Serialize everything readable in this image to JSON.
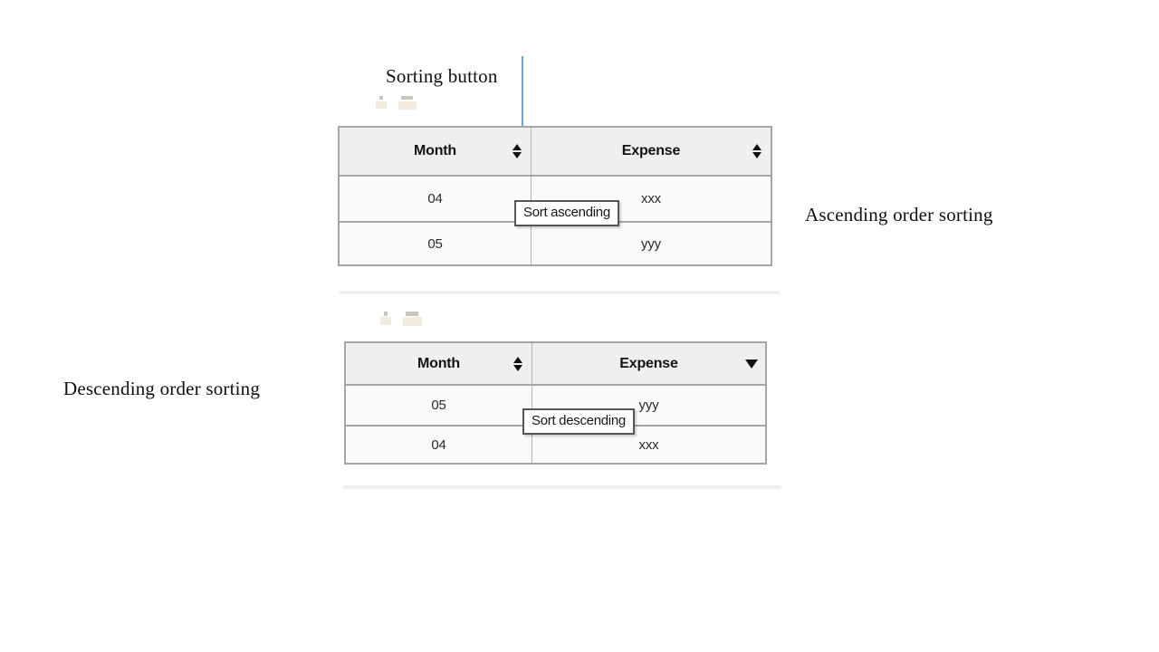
{
  "annotations": {
    "sorting_button": "Sorting  button",
    "ascending": "Ascending  order sorting",
    "descending": "Descending order sorting"
  },
  "tables": [
    {
      "id": "ascending-table",
      "columns": [
        {
          "label": "Month",
          "sort_icon": "sort-both-icon"
        },
        {
          "label": "Expense",
          "sort_icon": "sort-both-icon"
        }
      ],
      "rows": [
        {
          "month": "04",
          "expense": "xxx"
        },
        {
          "month": "05",
          "expense": "yyy"
        }
      ],
      "tooltip": "Sort ascending"
    },
    {
      "id": "descending-table",
      "columns": [
        {
          "label": "Month",
          "sort_icon": "sort-both-icon"
        },
        {
          "label": "Expense",
          "sort_icon": "sort-descending-icon"
        }
      ],
      "rows": [
        {
          "month": "05",
          "expense": "yyy"
        },
        {
          "month": "04",
          "expense": "xxx"
        }
      ],
      "tooltip": "Sort descending"
    }
  ],
  "colors": {
    "callout_arrow": "#4f87c4",
    "table_border": "#a6a6a6",
    "header_bg": "#efefef",
    "row_bg": "#fafafa",
    "page_bg": "#ffffff"
  }
}
